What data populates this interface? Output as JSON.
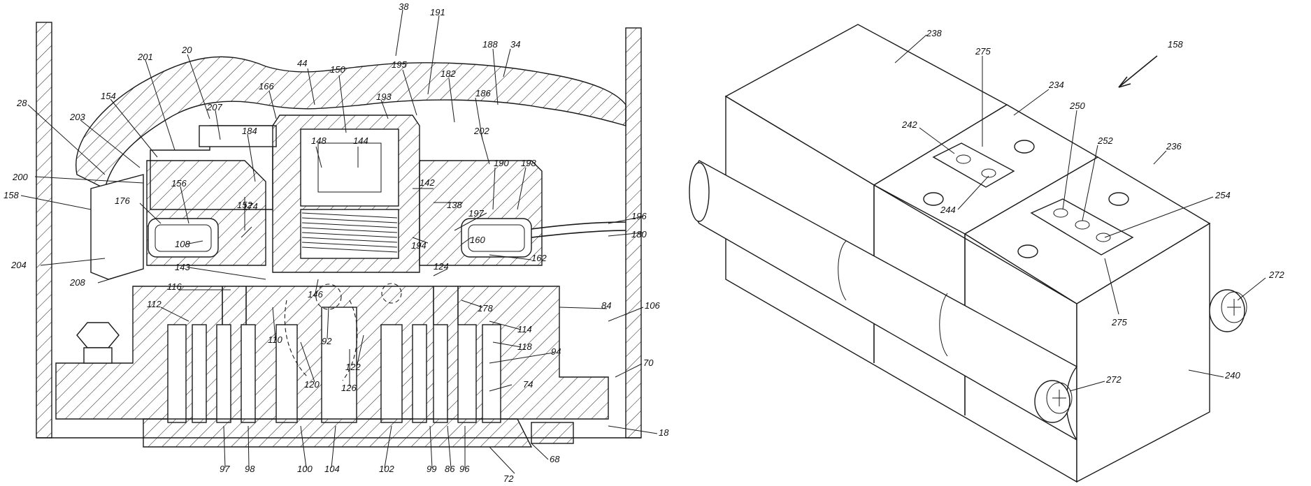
{
  "left_labels": [
    "38",
    "191",
    "188",
    "34",
    "44",
    "150",
    "195",
    "182",
    "201",
    "20",
    "166",
    "186",
    "154",
    "193",
    "28",
    "203",
    "207",
    "184",
    "202",
    "148",
    "144",
    "190",
    "198",
    "200",
    "156",
    "142",
    "158",
    "176",
    "152",
    "174",
    "138",
    "197",
    "196",
    "180",
    "194",
    "160",
    "108",
    "162",
    "204",
    "208",
    "143",
    "124",
    "116",
    "112",
    "146",
    "178",
    "84",
    "106",
    "110",
    "92",
    "114",
    "118",
    "94",
    "122",
    "120",
    "126",
    "70",
    "74",
    "18",
    "97",
    "98",
    "100",
    "104",
    "102",
    "99",
    "86",
    "96",
    "72",
    "68"
  ],
  "right_labels": [
    "238",
    "275",
    "158",
    "234",
    "242",
    "250",
    "252",
    "236",
    "254",
    "244",
    "275",
    "272",
    "272",
    "240"
  ],
  "colors": {
    "line": "#1a1a1a",
    "background": "#ffffff"
  }
}
